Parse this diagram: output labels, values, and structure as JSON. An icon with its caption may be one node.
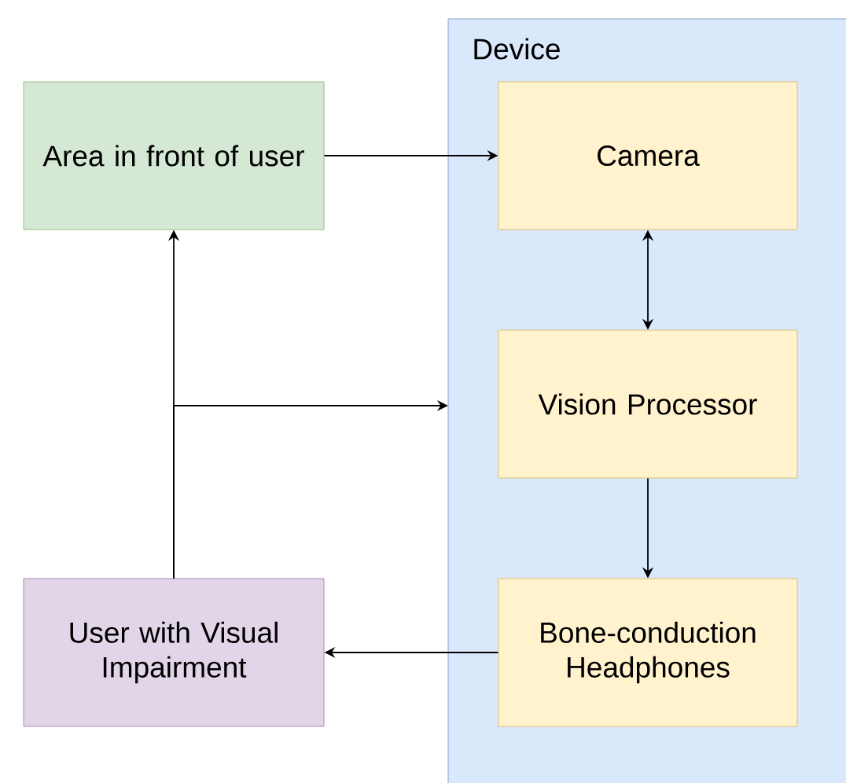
{
  "diagram": {
    "nodes": [
      {
        "text": [
          "Device"
        ]
      },
      {
        "text": [
          "Area in front of user"
        ]
      },
      {
        "text": [
          "Camera"
        ],
        "in": 0
      },
      {
        "text": [
          "Vision Processor"
        ],
        "in": 0
      },
      {
        "text": [
          "Bone-conduction Headphones"
        ],
        "in": 0
      },
      {
        "text": [
          "User with Visual Impairment"
        ]
      }
    ],
    "edges": [
      {
        "from": 1,
        "to": 2,
        "arrow": "to"
      },
      {
        "from": 2,
        "to": 3,
        "arrow": "both"
      },
      {
        "from": 3,
        "to": 4,
        "arrow": "to"
      },
      {
        "from": 4,
        "to": 5,
        "arrow": "to"
      },
      {
        "from": 5,
        "to": 1,
        "arrow": "to"
      },
      {
        "from": 5,
        "to": 0,
        "arrow": "to"
      }
    ]
  }
}
